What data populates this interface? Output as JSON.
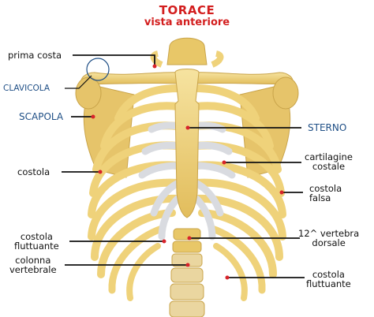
{
  "title": "TORACE",
  "subtitle": "vista anteriore",
  "colors": {
    "title": "#d31e1e",
    "label": "#111111",
    "label_highlight": "#1f4f86",
    "bone": "#efd27a",
    "bone_shadow": "#c9a44a",
    "cartilage": "#d9dbe0",
    "marker": "#d8232a"
  },
  "labels": {
    "prima_costa": "prima costa",
    "clavicola": "CLAVICOLA",
    "scapola": "SCAPOLA",
    "sterno": "STERNO",
    "costola": "costola",
    "cartilagine_costale": [
      "cartilagine",
      "costale"
    ],
    "costola_falsa": [
      "costola",
      "falsa"
    ],
    "costola_fluttuante_left": [
      "costola",
      "fluttuante"
    ],
    "vertebra_dorsale": [
      "12^ vertebra",
      "dorsale"
    ],
    "colonna_vertebrale": [
      "colonna",
      "vertebrale"
    ],
    "costola_fluttuante_right": [
      "costola",
      "fluttuante"
    ]
  }
}
